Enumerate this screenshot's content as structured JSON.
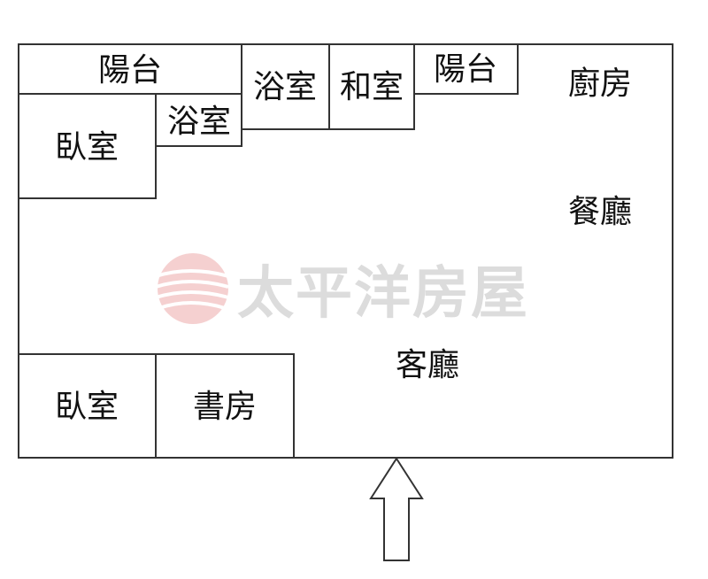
{
  "rooms": {
    "balcony_left": "陽台",
    "bedroom_top": "臥室",
    "bath_small": "浴室",
    "bath": "浴室",
    "japanese_room": "和室",
    "balcony_right": "陽台",
    "kitchen": "廚房",
    "dining": "餐廳",
    "living": "客廳",
    "bedroom_bottom": "臥室",
    "study": "書房"
  },
  "watermark": "太平洋房屋",
  "colors": {
    "line": "#333333",
    "watermark": "#dcdcdc",
    "logo": "#e8a0a0"
  }
}
